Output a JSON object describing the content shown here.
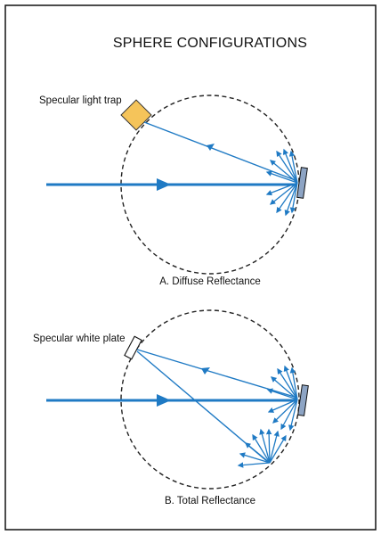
{
  "title": "SPHERE CONFIGURATIONS",
  "panels": [
    {
      "id": "diffuse",
      "component_label": "Specular light trap",
      "caption": "A. Diffuse Reflectance"
    },
    {
      "id": "total",
      "component_label": "Specular white plate",
      "caption": "B. Total Reflectance"
    }
  ],
  "colors": {
    "beam": "#1f7ac4",
    "light_trap_fill": "#f5c45a",
    "sample_fill": "#8da4c4",
    "outline": "#111111",
    "sphere_outline": "#222222"
  }
}
